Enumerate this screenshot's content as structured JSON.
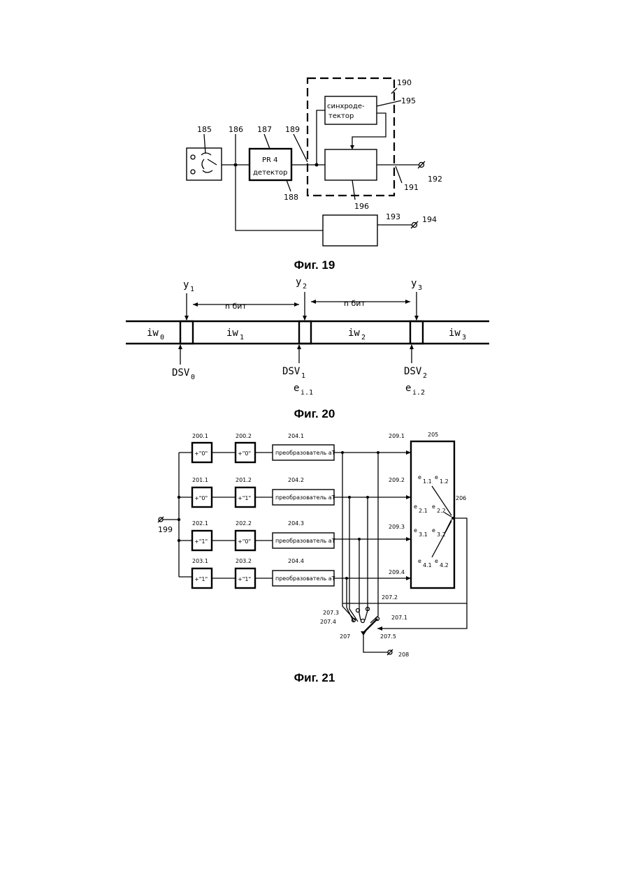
{
  "fig19": {
    "caption": "Фиг. 19",
    "labels": {
      "n185": "185",
      "n186": "186",
      "n187": "187",
      "n188": "188",
      "n189": "189",
      "n190": "190",
      "n191": "191",
      "n192": "192",
      "n193": "193",
      "n194": "194",
      "n195": "195",
      "n196": "196"
    },
    "detector_line1": "PR 4",
    "detector_line2": "детектор",
    "sync_line1": "синхроде-",
    "sync_line2": "тектор"
  },
  "fig20": {
    "caption": "Фиг. 20",
    "words": [
      "iw",
      "iw",
      "iw",
      "iw"
    ],
    "word_subs": [
      "0",
      "1",
      "2",
      "3"
    ],
    "y_labels": [
      "y",
      "y",
      "y"
    ],
    "y_subs": [
      "1",
      "2",
      "3"
    ],
    "n_bits": [
      "n  бит",
      "n  бит"
    ],
    "dsv_labels": [
      "DSV",
      "DSV",
      "DSV"
    ],
    "dsv_subs": [
      "0",
      "1",
      "2"
    ],
    "e_labels": [
      "e",
      "e"
    ],
    "e_subs": [
      "i.1",
      "i.2"
    ]
  },
  "fig21": {
    "caption": "Фиг. 21",
    "input_label": "199",
    "row_labels": [
      [
        "200.1",
        "200.2",
        "204.1"
      ],
      [
        "201.1",
        "201.2",
        "204.2"
      ],
      [
        "202.1",
        "202.2",
        "204.3"
      ],
      [
        "203.1",
        "203.2",
        "204.4"
      ]
    ],
    "row_signs": [
      [
        "+\"0\"",
        "+\"0\""
      ],
      [
        "+\"0\"",
        "+\"1\""
      ],
      [
        "+\"1\"",
        "+\"0\""
      ],
      [
        "+\"1\"",
        "+\"1\""
      ]
    ],
    "converter_text": "преобразователь aT",
    "inputs_209": [
      "209.1",
      "209.2",
      "209.3",
      "209.4"
    ],
    "block_205": "205",
    "out_206": "206",
    "e_pairs": [
      [
        "e",
        "1.1",
        "e",
        "1.2"
      ],
      [
        "e",
        "2.1",
        "e",
        "2.2"
      ],
      [
        "e",
        "3.1",
        "e",
        "3.2"
      ],
      [
        "e",
        "4.1",
        "e",
        "4.2"
      ]
    ],
    "switch_labels": [
      "207.3",
      "207.4",
      "207",
      "207.2",
      "207.1",
      "207.5",
      "208"
    ]
  }
}
